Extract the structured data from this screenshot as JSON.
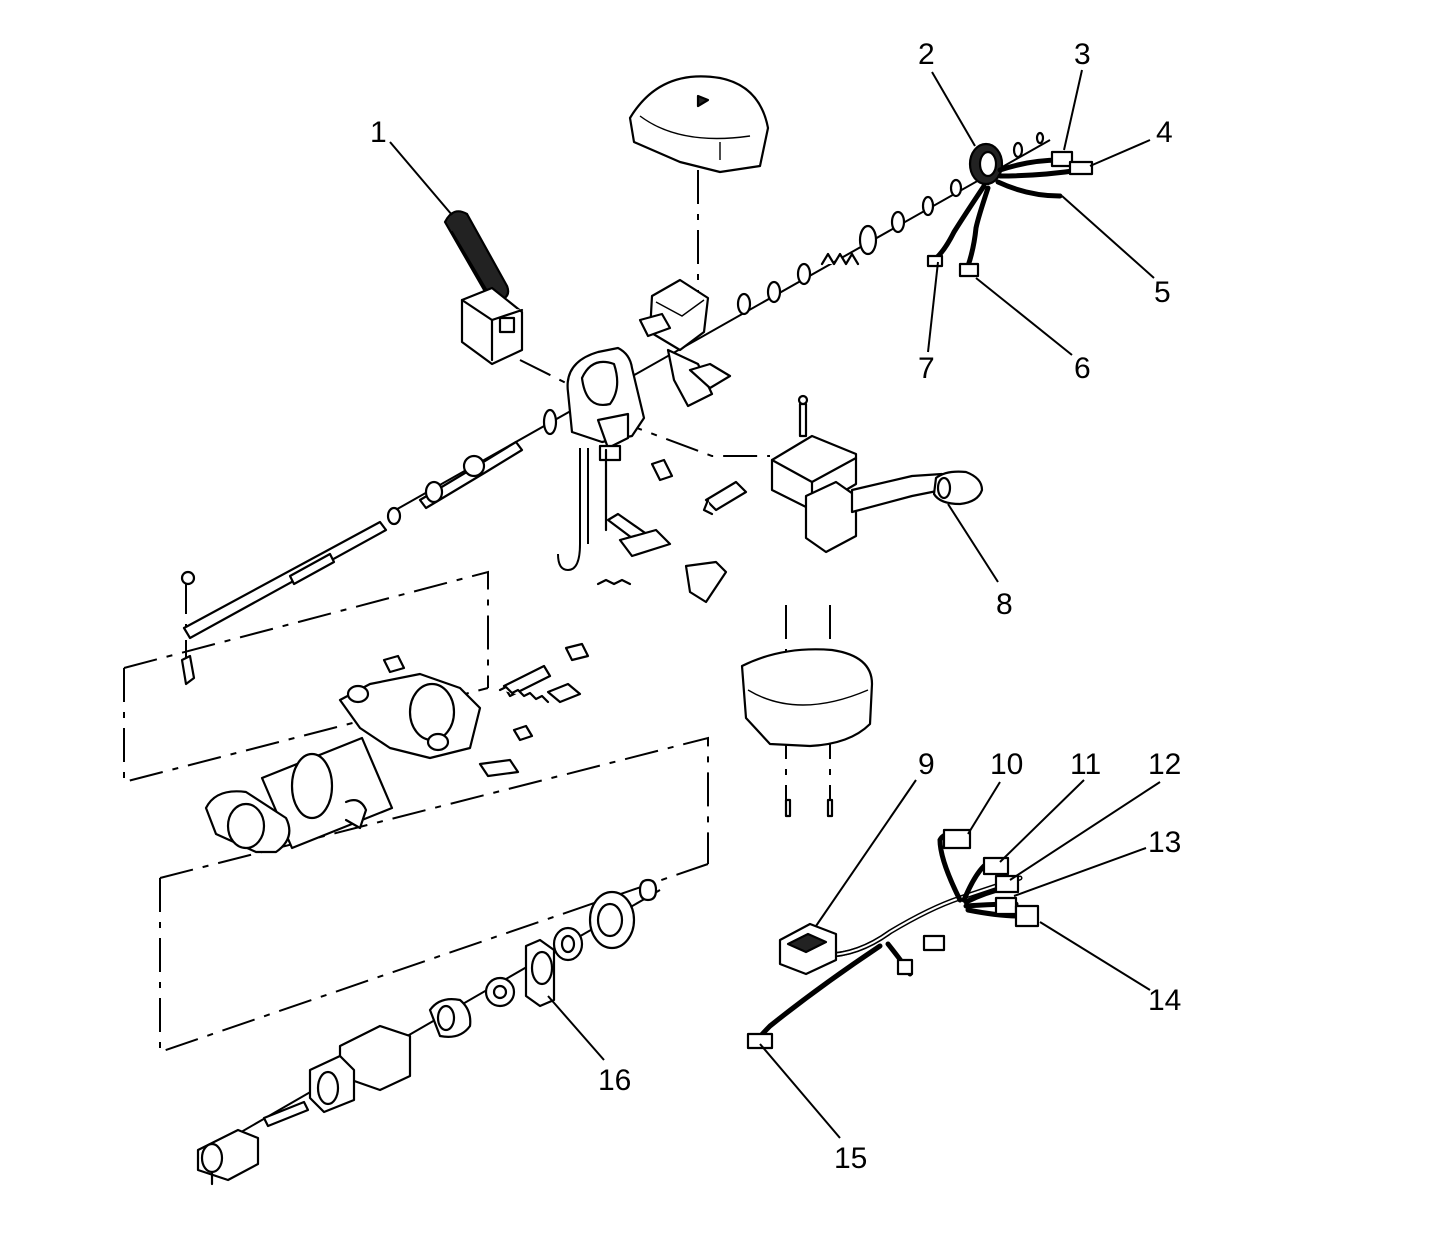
{
  "callouts": [
    {
      "id": "1",
      "text": "1"
    },
    {
      "id": "2",
      "text": "2"
    },
    {
      "id": "3",
      "text": "3"
    },
    {
      "id": "4",
      "text": "4"
    },
    {
      "id": "5",
      "text": "5"
    },
    {
      "id": "6",
      "text": "6"
    },
    {
      "id": "7",
      "text": "7"
    },
    {
      "id": "8",
      "text": "8"
    },
    {
      "id": "9",
      "text": "9"
    },
    {
      "id": "10",
      "text": "10"
    },
    {
      "id": "11",
      "text": "11"
    },
    {
      "id": "12",
      "text": "12"
    },
    {
      "id": "13",
      "text": "13"
    },
    {
      "id": "14",
      "text": "14"
    },
    {
      "id": "15",
      "text": "15"
    },
    {
      "id": "16",
      "text": "16"
    }
  ],
  "colors": {
    "ink": "#000000",
    "background": "#ffffff"
  }
}
